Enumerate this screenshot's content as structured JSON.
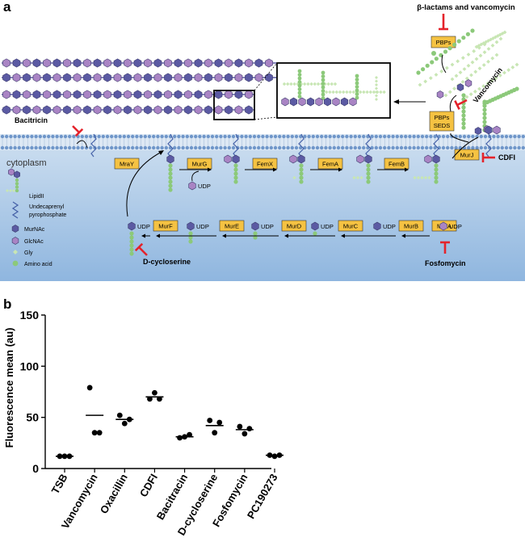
{
  "panel_a": {
    "label": "a",
    "inhibitors": {
      "beta_lactams": "β-lactams and vancomycin",
      "vancomycin": "Vancomycin",
      "bacitracin": "Bacitricin",
      "cdfi": "CDFI",
      "d_cycloserine": "D-cycloserine",
      "fosfomycin": "Fosfomycin"
    },
    "compartment": "cytoplasm",
    "udp": "UDP",
    "enzymes": {
      "pbps": "PBPs",
      "pbps_seds_1": "PBPs",
      "pbps_seds_2": "SEDS",
      "mraY": "MraY",
      "murG": "MurG",
      "femX": "FemX",
      "femA": "FemA",
      "femB": "FemB",
      "murJ": "MurJ",
      "murA": "MurA",
      "murB": "MurB",
      "murC": "MurC",
      "murD": "MurD",
      "murE": "MurE",
      "murF": "MurF"
    },
    "legend": {
      "lipid2": "LipidII",
      "undecaprenyl_1": "Undecaprenyl",
      "undecaprenyl_2": "pyrophosphate",
      "murnac": "MurNAc",
      "glcnac": "GlcNAc",
      "gly": "Gly",
      "amino_acid": "Amino acid"
    },
    "colors": {
      "murnac": "#5b5aa3",
      "glcnac": "#a984c4",
      "gly": "#c8e6b4",
      "amino_acid": "#8cc97a",
      "enzyme_box": "#f5c242",
      "inhibitor": "#e4232b",
      "membrane": "#6f96c9",
      "cytoplasm": "#a9c8e6"
    }
  },
  "panel_b": {
    "label": "b",
    "chart_data": {
      "type": "scatter",
      "ylabel": "Fluorescence mean (au)",
      "ylim": [
        0,
        150
      ],
      "yticks": [
        "0",
        "50",
        "100",
        "150"
      ],
      "categories": [
        "TSB",
        "Vancomycin",
        "Oxacillin",
        "CDFI",
        "Bacitracin",
        "D-cycloserine",
        "Fosfomycin",
        "PC190273"
      ],
      "points": [
        [
          12,
          12,
          12
        ],
        [
          79,
          35,
          35
        ],
        [
          52,
          44,
          48
        ],
        [
          68,
          74,
          68
        ],
        [
          30,
          31,
          33
        ],
        [
          47,
          35,
          45
        ],
        [
          41,
          34,
          39
        ],
        [
          13,
          12,
          13
        ]
      ],
      "means": [
        12,
        52,
        48,
        70,
        31,
        42,
        38,
        13
      ],
      "color": "#000000"
    }
  }
}
